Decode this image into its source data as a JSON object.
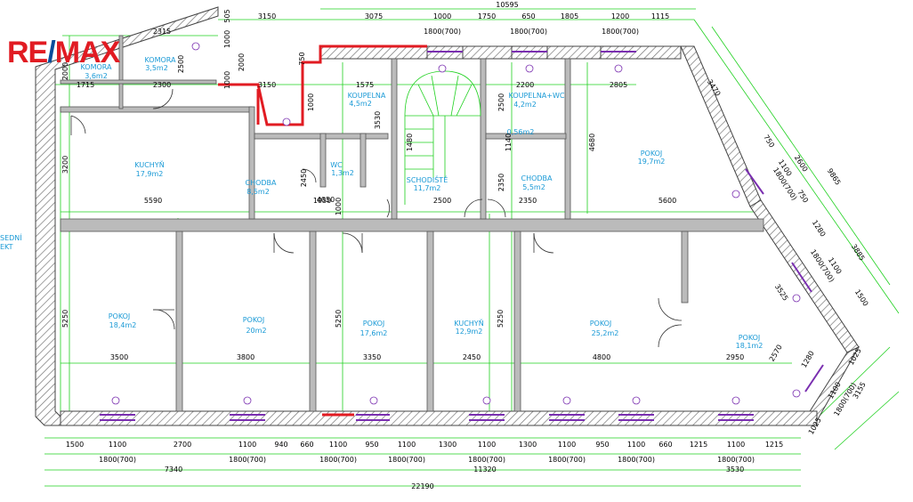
{
  "logo": {
    "part1": "RE",
    "part2": "/",
    "part3": "MAX"
  },
  "side_text": {
    "line1": "SEDNÍ",
    "line2": "EKT"
  },
  "rooms": [
    {
      "id": "komora1",
      "name": "KOMORA",
      "area": "3,6m2"
    },
    {
      "id": "komora2",
      "name": "KOMORA",
      "area": "3,5m2"
    },
    {
      "id": "koupelna1",
      "name": "KOUPELNA",
      "area": "4,5m2"
    },
    {
      "id": "koupelna_wc",
      "name": "KOUPELNA+WC",
      "area": "4,2m2"
    },
    {
      "id": "kuchyn1",
      "name": "KUCHYŇ",
      "area": "17,9m2"
    },
    {
      "id": "chodba1",
      "name": "CHODBA",
      "area": "8,5m2"
    },
    {
      "id": "wc",
      "name": "WC",
      "area": "1,3m2"
    },
    {
      "id": "schodiste",
      "name": "SCHODIŠTĚ",
      "area": "11,7m2"
    },
    {
      "id": "chodba2",
      "name": "CHODBA",
      "area": "5,5m2"
    },
    {
      "id": "small",
      "name": "",
      "area": "0,56m2"
    },
    {
      "id": "pokoj_ne",
      "name": "POKOJ",
      "area": "19,7m2"
    },
    {
      "id": "pokoj1",
      "name": "POKOJ",
      "area": "18,4m2"
    },
    {
      "id": "pokoj2",
      "name": "POKOJ",
      "area": "20m2"
    },
    {
      "id": "pokoj3",
      "name": "POKOJ",
      "area": "17,6m2"
    },
    {
      "id": "kuchyn2",
      "name": "KUCHYŇ",
      "area": "12,9m2"
    },
    {
      "id": "pokoj4",
      "name": "POKOJ",
      "area": "25,2m2"
    },
    {
      "id": "pokoj5",
      "name": "POKOJ",
      "area": "18,1m2"
    }
  ],
  "dims_top": [
    "3150",
    "3075",
    "1000",
    "1750",
    "650",
    "1805",
    "1200",
    "1115"
  ],
  "dim_top_total": "10595",
  "dim_top_windows": [
    "1800(700)",
    "1800(700)",
    "1800(700)"
  ],
  "dims_inner_top": [
    "2315",
    "1715",
    "2300",
    "3150",
    "1575",
    "2200",
    "2805"
  ],
  "dims_vert_inner": [
    "2000",
    "2500",
    "505",
    "1000",
    "1000",
    "2000",
    "750",
    "3200",
    "3530",
    "2500",
    "2350",
    "4680",
    "5250",
    "5250",
    "5250",
    "2450",
    "1000",
    "4050",
    "1480",
    "1000",
    "1140"
  ],
  "dims_mid": [
    "5590",
    "1050",
    "2500",
    "2350",
    "5600"
  ],
  "dims_lower": [
    "3500",
    "3800",
    "3350",
    "2450",
    "4800",
    "2950"
  ],
  "dims_bottom": [
    "1500",
    "1100",
    "2700",
    "1100",
    "940",
    "660",
    "1100",
    "950",
    "1100",
    "1300",
    "1100",
    "1300",
    "1100",
    "950",
    "1100",
    "660",
    "1215",
    "1100",
    "1215"
  ],
  "dims_bottom_windows": [
    "1800(700)",
    "1800(700)",
    "1800(700)",
    "1800(700)",
    "1800(700)",
    "1800(700)",
    "1800(700)",
    "1800(700)"
  ],
  "dims_bottom_groups": [
    "7340",
    "11320",
    "3530"
  ],
  "dim_bottom_total": "22190",
  "dims_right": [
    "3470",
    "750",
    "2600",
    "1100",
    "9865",
    "750",
    "1280",
    "3885",
    "1100",
    "1500",
    "3525",
    "2570",
    "1280",
    "1025",
    "1100",
    "3155",
    "1025"
  ],
  "dims_right_windows": [
    "1800(700)",
    "1800(700)",
    "1800(700)"
  ],
  "colors": {
    "wall": "#555555",
    "dim": "#1fd11f",
    "label": "#1a9ad6",
    "new_wall": "#e11b22",
    "window": "#7a2fb0"
  }
}
